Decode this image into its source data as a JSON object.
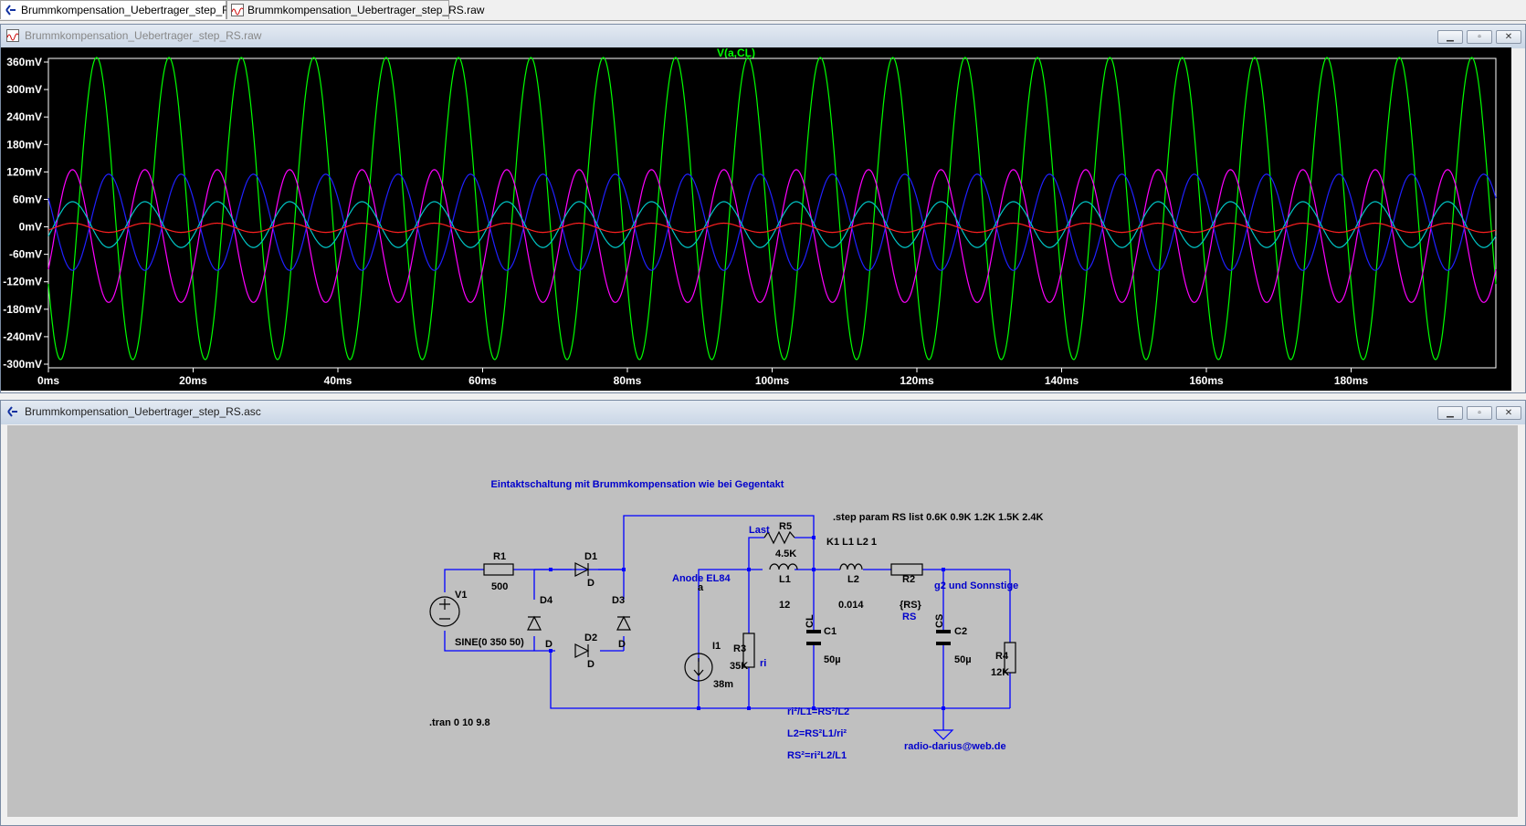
{
  "tabs": [
    {
      "label": "Brummkompensation_Uebertrager_step_RS.asc",
      "icon": "schematic-icon",
      "active": true
    },
    {
      "label": "Brummkompensation_Uebertrager_step_RS.raw",
      "icon": "waveform-icon",
      "active": false
    }
  ],
  "plot_window": {
    "title": "Brummkompensation_Uebertrager_step_RS.raw",
    "trace_label": "V(a,CL)",
    "trace_color": "#00ff00"
  },
  "schematic_window": {
    "title": "Brummkompensation_Uebertrager_step_RS.asc",
    "heading": "Eintaktschaltung mit Brummkompensation wie bei Gegentakt",
    "step_directive": ".step param RS list 0.6K 0.9K 1.2K 1.5K 2.4K",
    "coupling": "K1 L1 L2 1",
    "tran": ".tran 0 10 9.8",
    "formula1": "ri²/L1=RS²/L2",
    "formula2": "L2=RS²L1/ri²",
    "formula3": "RS²=ri²L2/L1",
    "email": "radio-darius@web.de",
    "labels": {
      "v1": "V1",
      "v1_value": "SINE(0 350 50)",
      "r1": "R1",
      "r1_value": "500",
      "d1": "D1",
      "d2": "D2",
      "d3": "D3",
      "d4": "D4",
      "d_model": "D",
      "last": "Last",
      "r5": "R5",
      "r5_value": "4.5K",
      "anode": "Anode EL84",
      "node_a": "a",
      "l1": "L1",
      "l1_value": "12",
      "l2": "L2",
      "l2_value": "0.014",
      "r2": "R2",
      "r2_value": "{RS}",
      "rs": "RS",
      "g2": "g2 und Sonnstige",
      "cl": "CL",
      "cs": "CS",
      "c1": "C1",
      "c1_value": "50µ",
      "c2": "C2",
      "c2_value": "50µ",
      "i1": "I1",
      "i1_value": "38m",
      "r3": "R3",
      "r3_value": "35K",
      "ri": "ri",
      "r4": "R4",
      "r4_value": "12K"
    }
  },
  "chart_data": {
    "type": "line",
    "title": "V(a,CL)",
    "xlabel": "",
    "ylabel": "",
    "x_range_ms": [
      0,
      200
    ],
    "ylim_mV": [
      -300,
      360
    ],
    "x_ticks": [
      "0ms",
      "20ms",
      "40ms",
      "60ms",
      "80ms",
      "100ms",
      "120ms",
      "140ms",
      "160ms",
      "180ms"
    ],
    "y_ticks": [
      "360mV",
      "300mV",
      "240mV",
      "180mV",
      "120mV",
      "60mV",
      "0mV",
      "-60mV",
      "-120mV",
      "-180mV",
      "-240mV",
      "-300mV"
    ],
    "grid": false,
    "background": "#000000",
    "axis_color": "#ffffff",
    "frequency_hz": 100,
    "series": [
      {
        "color": "#00ff00",
        "amplitude_mV": 330,
        "offset_mV": 40,
        "phase_deg": 210
      },
      {
        "color": "#ff00ff",
        "amplitude_mV": 145,
        "offset_mV": -20,
        "phase_deg": 330
      },
      {
        "color": "#2020ff",
        "amplitude_mV": 105,
        "offset_mV": 10,
        "phase_deg": 150
      },
      {
        "color": "#00c8c8",
        "amplitude_mV": 50,
        "offset_mV": 5,
        "phase_deg": 330
      },
      {
        "color": "#ff2020",
        "amplitude_mV": 10,
        "offset_mV": -2,
        "phase_deg": 330
      }
    ]
  }
}
